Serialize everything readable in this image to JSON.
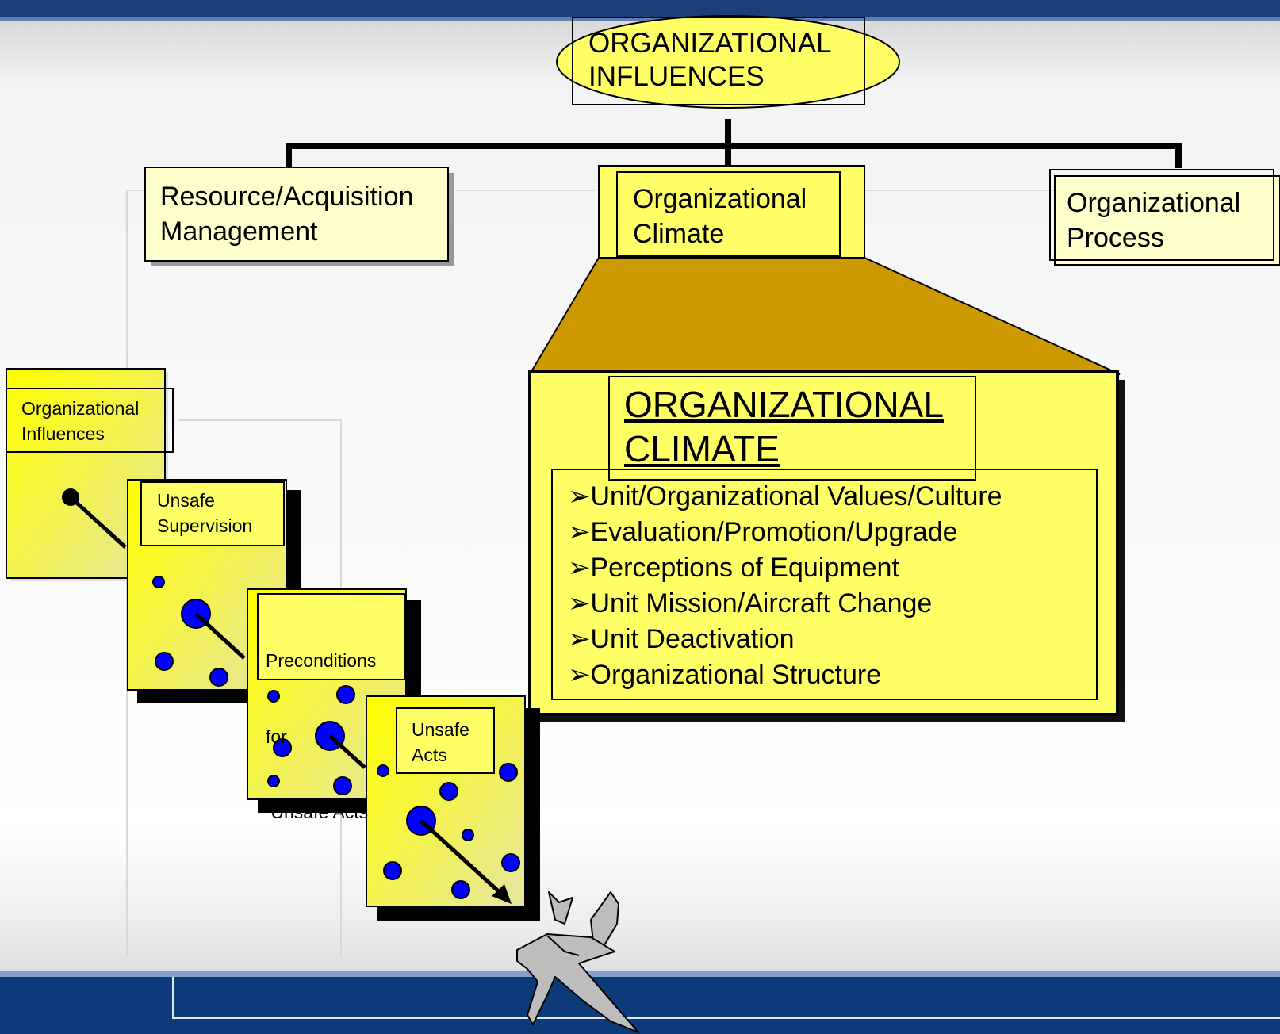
{
  "top_node": {
    "line1": "ORGANIZATIONAL",
    "line2": "INFLUENCES"
  },
  "categories": [
    {
      "line1": "Resource/Acquisition",
      "line2": "Management"
    },
    {
      "line1": "Organizational",
      "line2": "Climate"
    },
    {
      "line1": "Organizational",
      "line2": "Process"
    }
  ],
  "detail": {
    "title_line1": "ORGANIZATIONAL",
    "title_line2": "CLIMATE",
    "items": [
      "Unit/Organizational Values/Culture",
      "Evaluation/Promotion/Upgrade",
      "Perceptions of Equipment",
      "Unit Mission/Aircraft Change",
      "Unit Deactivation",
      "Organizational Structure"
    ],
    "bullet": "➢"
  },
  "layers": [
    {
      "line1": "Organizational",
      "line2": "Influences"
    },
    {
      "line1": "Unsafe",
      "line2": "Supervision"
    },
    {
      "line1": "Preconditions",
      "line2": "for",
      "line3": " Unsafe Acts"
    },
    {
      "line1": "Unsafe",
      "line2": "Acts"
    }
  ],
  "icons": {
    "plane": "crashed-airplane-icon"
  },
  "colors": {
    "box_fill": "#ffff66",
    "pale_box_fill": "#ffffcc",
    "funnel": "#cc9900",
    "hole": "#0000ff",
    "header_band": "#1a3f7a",
    "footer_band": "#0d3b7a"
  }
}
